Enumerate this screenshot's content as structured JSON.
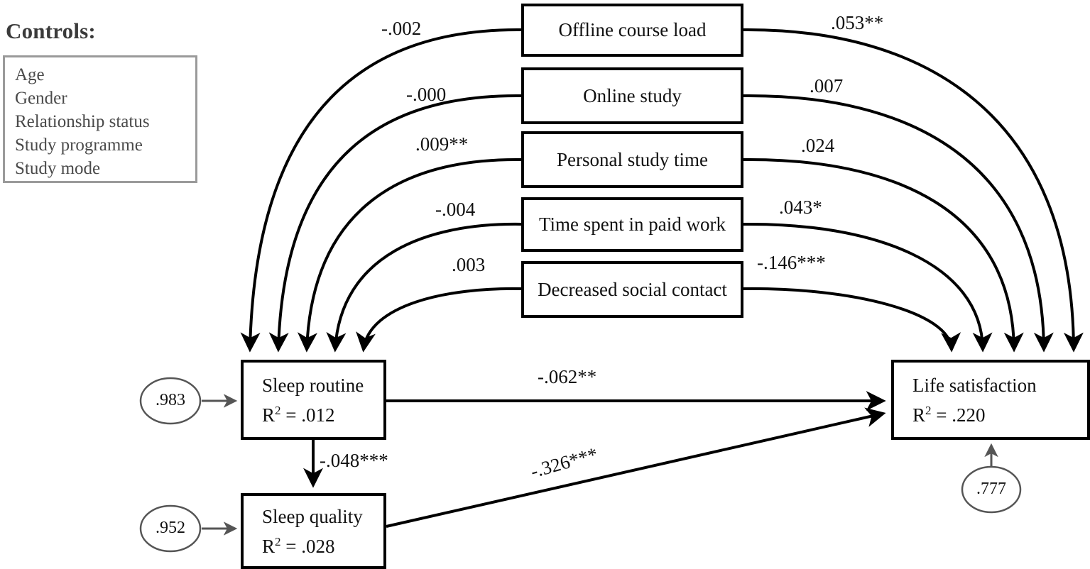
{
  "figure": {
    "type": "path-diagram",
    "controls": {
      "title": "Controls:",
      "items": [
        "Age",
        "Gender",
        "Relationship status",
        "Study programme",
        "Study mode"
      ]
    },
    "predictors": [
      {
        "id": "offline-course-load",
        "label": "Offline course load"
      },
      {
        "id": "online-study",
        "label": "Online study"
      },
      {
        "id": "personal-study-time",
        "label": "Personal study time"
      },
      {
        "id": "time-spent-in-paid-work",
        "label": "Time spent in paid work"
      },
      {
        "id": "decreased-social-contact",
        "label": "Decreased social contact"
      }
    ],
    "mediators": [
      {
        "id": "sleep-routine",
        "label": "Sleep routine",
        "r2_prefix": "R",
        "r2_exp": "2",
        "r2_value": "= .012",
        "error_label": ".983"
      },
      {
        "id": "sleep-quality",
        "label": "Sleep quality",
        "r2_prefix": "R",
        "r2_exp": "2",
        "r2_value": "= .028",
        "error_label": ".952"
      }
    ],
    "outcome": {
      "id": "life-satisfaction",
      "label": "Life satisfaction",
      "r2_prefix": "R",
      "r2_exp": "2",
      "r2_value": "= .220",
      "error_label": ".777"
    },
    "paths_to_sleep_routine": [
      {
        "from": "offline-course-load",
        "coef": "-.002"
      },
      {
        "from": "online-study",
        "coef": "-.000"
      },
      {
        "from": "personal-study-time",
        "coef": ".009**"
      },
      {
        "from": "time-spent-in-paid-work",
        "coef": "-.004"
      },
      {
        "from": "decreased-social-contact",
        "coef": ".003"
      }
    ],
    "paths_to_life_satisfaction": [
      {
        "from": "offline-course-load",
        "coef": ".053**"
      },
      {
        "from": "online-study",
        "coef": ".007"
      },
      {
        "from": "personal-study-time",
        "coef": ".024"
      },
      {
        "from": "time-spent-in-paid-work",
        "coef": ".043*"
      },
      {
        "from": "decreased-social-contact",
        "coef": "-.146***"
      }
    ],
    "structural_paths": [
      {
        "from": "sleep-routine",
        "to": "life-satisfaction",
        "coef": "-.062**"
      },
      {
        "from": "sleep-routine",
        "to": "sleep-quality",
        "coef": "-.048***"
      },
      {
        "from": "sleep-quality",
        "to": "life-satisfaction",
        "coef": "-.326***"
      }
    ],
    "colors": {
      "stroke": "#000000",
      "controls_border": "#9a9a9a",
      "controls_text": "#4a4a4a",
      "error_stroke": "#555555"
    }
  }
}
